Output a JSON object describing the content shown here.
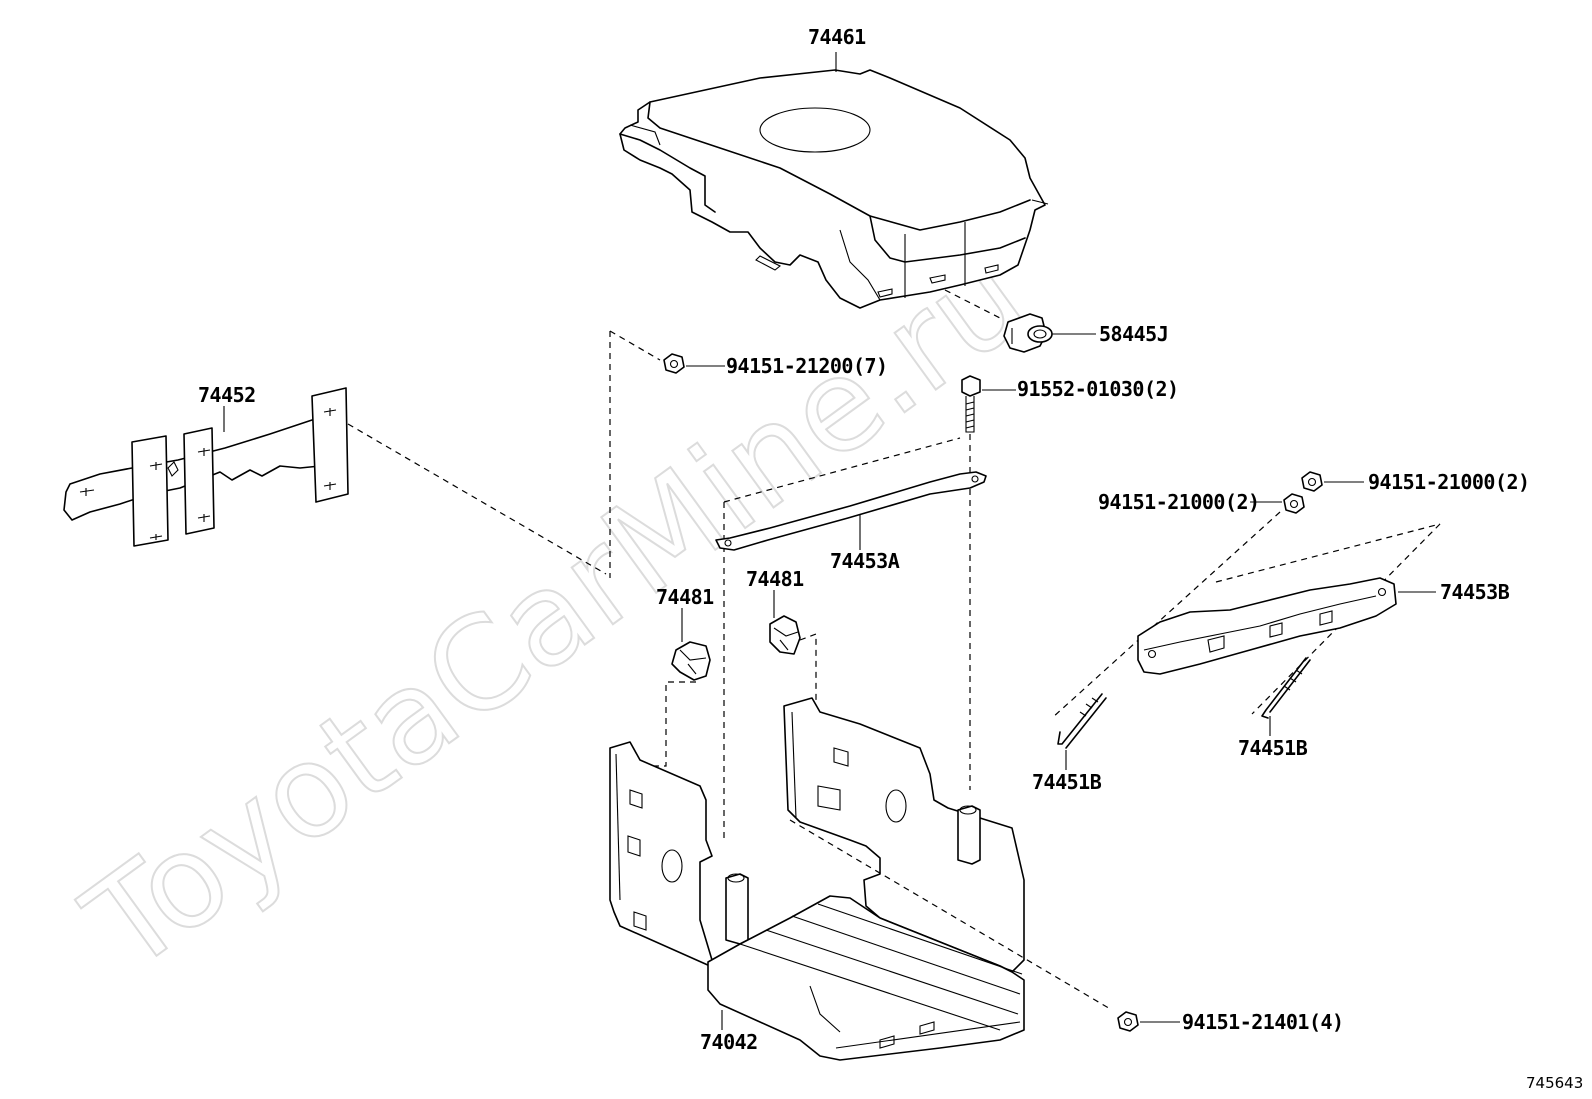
{
  "watermark": "ToyotaCarMine.ru",
  "figure_number": "745643",
  "parts": {
    "cover": "74461",
    "plug": "58445J",
    "nut_upper": "94151-21200(7)",
    "bolt": "91552-01030(2)",
    "bracket_left": "74452",
    "clamp_bar_a": "74453A",
    "clamp_bar_b": "74453B",
    "nut_b1": "94151-21000(2)",
    "nut_b2": "94151-21000(2)",
    "clip_left": "74481",
    "clip_right": "74481",
    "rod_left": "74451B",
    "rod_right": "74451B",
    "tray": "74042",
    "nut_lower": "94151-21401(4)"
  }
}
